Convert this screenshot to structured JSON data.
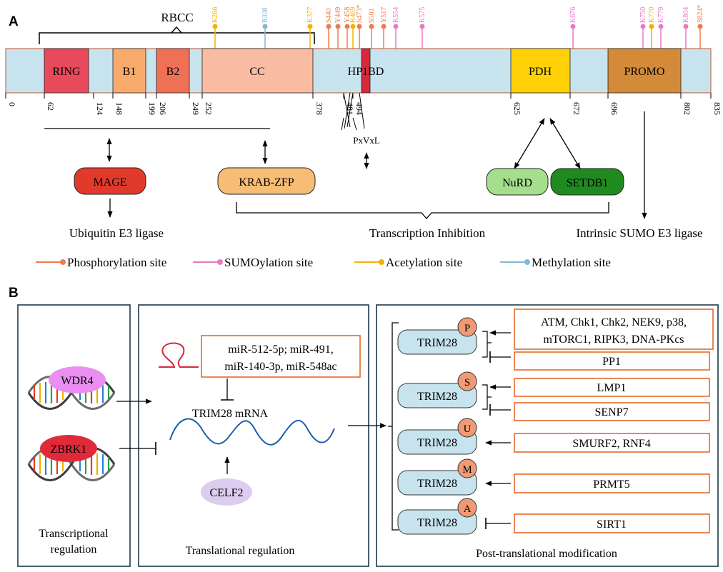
{
  "panelA": {
    "label": "A",
    "rbcc": "RBCC",
    "domains": {
      "ring": "RING",
      "b1": "B1",
      "b2": "B2",
      "cc": "CC",
      "hp1bd": "HP1BD",
      "pdh": "PDH",
      "promo": "PROMO"
    },
    "positions": [
      "0",
      "62",
      "124",
      "148",
      "199",
      "206",
      "249",
      "252",
      "378",
      "481",
      "494",
      "625",
      "672",
      "696",
      "802",
      "835"
    ],
    "motif": "PxVxL",
    "sites": [
      "K266",
      "R308",
      "K377",
      "S440",
      "Y449",
      "Y458",
      "K469",
      "S473*",
      "S501",
      "Y517",
      "K554",
      "K575",
      "K676",
      "K750",
      "K770",
      "K779",
      "K804",
      "S824*"
    ],
    "partners": {
      "mage": "MAGE",
      "krab": "KRAB-ZFP",
      "nurd": "NuRD",
      "setdb1": "SETDB1"
    },
    "functions": {
      "ubiquitin": "Ubiquitin E3 ligase",
      "transcription": "Transcription Inhibition",
      "sumo": "Intrinsic SUMO E3 ligase"
    },
    "legend": {
      "phospho": "Phosphorylation site",
      "sumo": "SUMOylation site",
      "acetyl": "Acetylation site",
      "methyl": "Methylation site"
    }
  },
  "panelB": {
    "label": "B",
    "wdr4": "WDR4",
    "zbrk1": "ZBRK1",
    "transcriptional_line1": "Transcriptional",
    "transcriptional_line2": "regulation",
    "mirna_line1": "miR-512-5p; miR-491,",
    "mirna_line2": "miR-140-3p, miR-548ac",
    "mrna": "TRIM28 mRNA",
    "celf2": "CELF2",
    "translational": "Translational regulation",
    "trim28": "TRIM28",
    "mods": [
      "P",
      "S",
      "U",
      "M",
      "A"
    ],
    "regulators": {
      "kinases_line1": "ATM, Chk1, Chk2, NEK9, p38,",
      "kinases_line2": "mTORC1, RIPK3, DNA-PKcs",
      "pp1": "PP1",
      "lmp1": "LMP1",
      "senp7": "SENP7",
      "smurf2": "SMURF2, RNF4",
      "prmt5": "PRMT5",
      "sirt1": "SIRT1"
    },
    "post": "Post-translational modification"
  },
  "colors": {
    "phospho": "#ee7c4a",
    "sumo": "#e879c4",
    "acetyl": "#f0b400",
    "methyl": "#7fbad6",
    "backbone": "#c7e3ee",
    "ring": "#e74a5a",
    "b1": "#f8aa6c",
    "b2": "#f07055",
    "cc": "#f9bca2",
    "hp1": "#d8283a",
    "pdh": "#ffd106",
    "promo": "#d38b3a",
    "mage": "#e23a2a",
    "krab": "#f8bd74",
    "nurd": "#a5df8e",
    "setdb1": "#1f8a1f",
    "box_border": "#e36a2a",
    "panel_border": "#1a3a4a"
  }
}
